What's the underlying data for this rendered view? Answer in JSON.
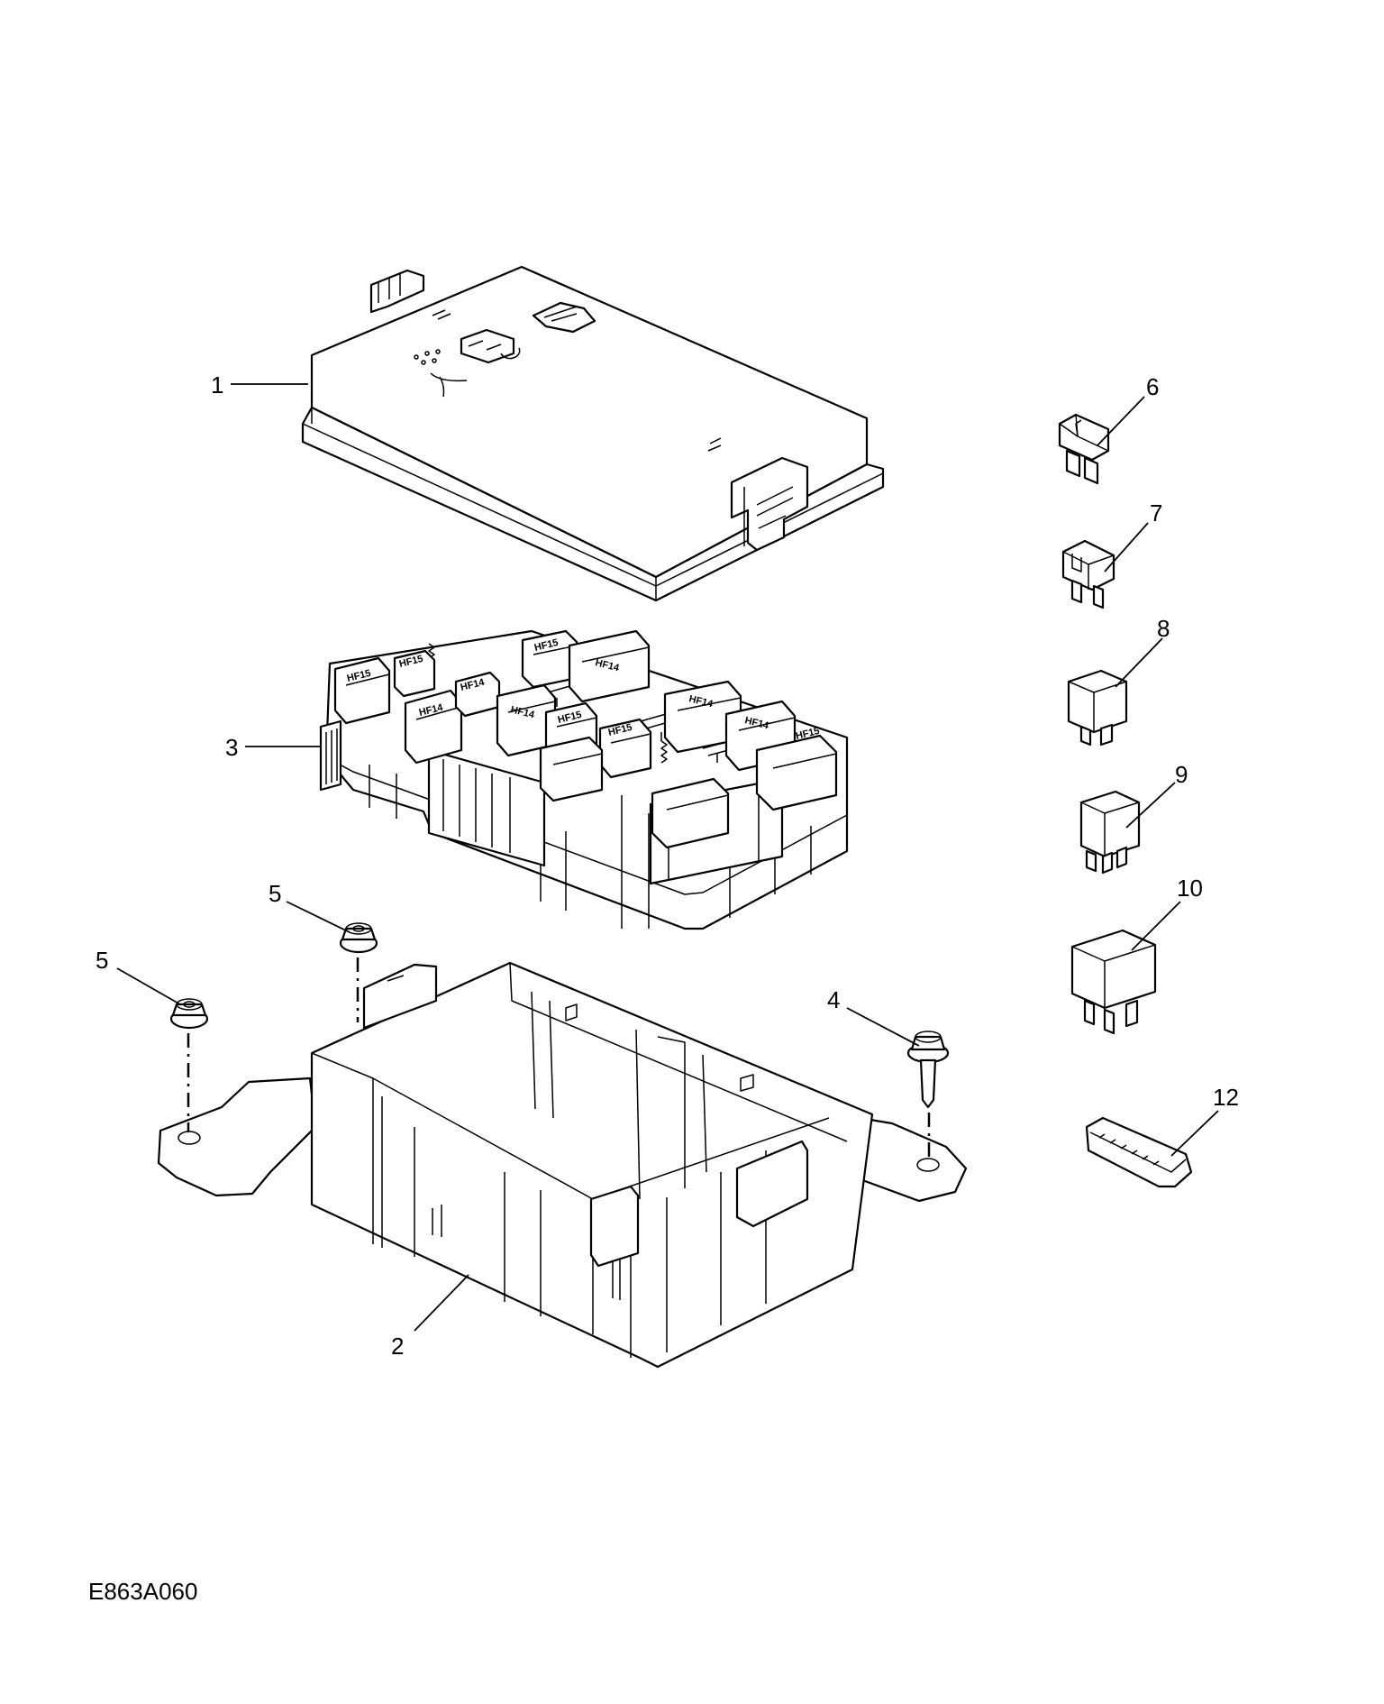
{
  "drawing_id": "E863A060",
  "callouts": [
    {
      "key": "c1",
      "number": "1"
    },
    {
      "key": "c2",
      "number": "2"
    },
    {
      "key": "c3",
      "number": "3"
    },
    {
      "key": "c4",
      "number": "4"
    },
    {
      "key": "c5a",
      "number": "5"
    },
    {
      "key": "c5b",
      "number": "5"
    },
    {
      "key": "c6",
      "number": "6"
    },
    {
      "key": "c7",
      "number": "7"
    },
    {
      "key": "c8",
      "number": "8"
    },
    {
      "key": "c9",
      "number": "9"
    },
    {
      "key": "c10",
      "number": "10"
    },
    {
      "key": "c12",
      "number": "12"
    }
  ],
  "relay_labels": [
    "HF15",
    "HF15",
    "HF14",
    "HF14",
    "HF15",
    "HF14",
    "HF14",
    "HF15",
    "HF14",
    "HF15",
    "HF14",
    "HF15"
  ],
  "colors": {
    "line": "#000000",
    "fill": "#ffffff",
    "background": "#ffffff"
  }
}
